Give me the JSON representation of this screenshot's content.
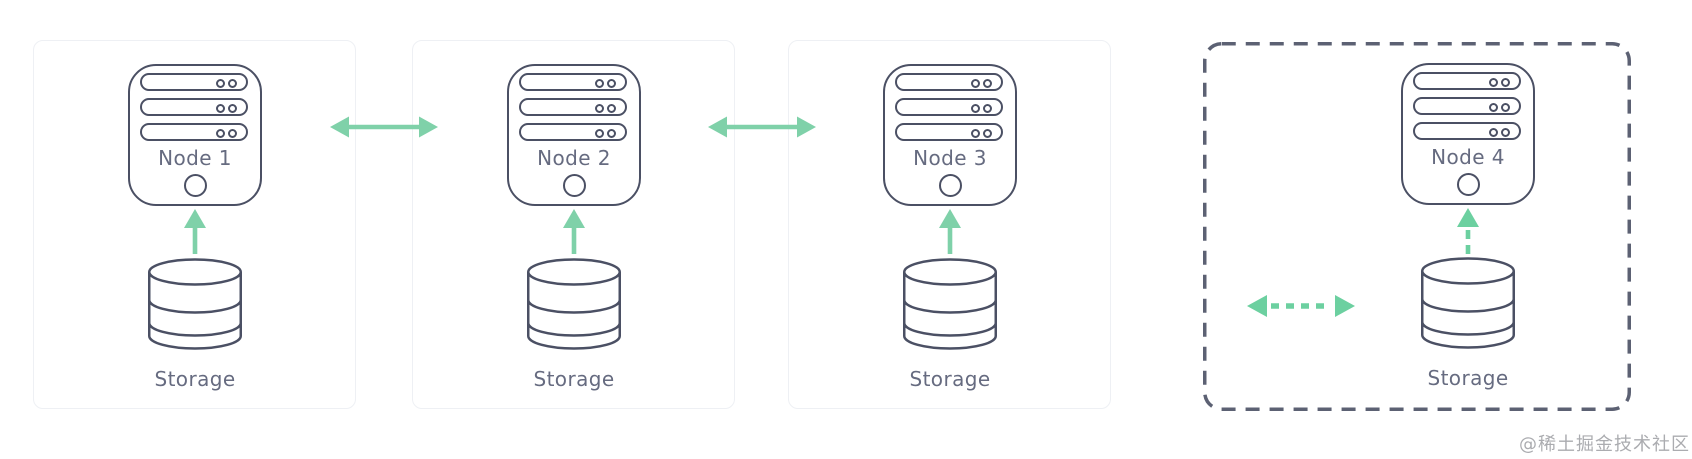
{
  "diagram": {
    "nodes": [
      {
        "label": "Node 1",
        "storage_label": "Storage",
        "style": "solid"
      },
      {
        "label": "Node 2",
        "storage_label": "Storage",
        "style": "solid"
      },
      {
        "label": "Node 3",
        "storage_label": "Storage",
        "style": "solid"
      },
      {
        "label": "Node 4",
        "storage_label": "Storage",
        "style": "dashed"
      }
    ],
    "connections": [
      {
        "between": [
          "Node 1",
          "Node 2"
        ],
        "arrow": "double-headed",
        "style": "solid"
      },
      {
        "between": [
          "Node 2",
          "Node 3"
        ],
        "arrow": "double-headed",
        "style": "solid"
      },
      {
        "within": "Node 4",
        "arrow": "double-headed",
        "style": "dashed"
      }
    ],
    "storage_links": [
      {
        "node": "Node 1",
        "direction": "up",
        "style": "solid"
      },
      {
        "node": "Node 2",
        "direction": "up",
        "style": "solid"
      },
      {
        "node": "Node 3",
        "direction": "up",
        "style": "solid"
      },
      {
        "node": "Node 4",
        "direction": "up",
        "style": "dashed"
      }
    ],
    "colors": {
      "arrow_green": "#7fd1a9",
      "arrow_green_dashed": "#6cd0a0",
      "icon_stroke": "#4b5064",
      "label_text": "#666b80",
      "card_border": "#eef0f4",
      "dashed_box_border": "#5c6173",
      "background": "#ffffff",
      "watermark_color": "#abacb0"
    },
    "watermark": "@稀土掘金技术社区"
  }
}
